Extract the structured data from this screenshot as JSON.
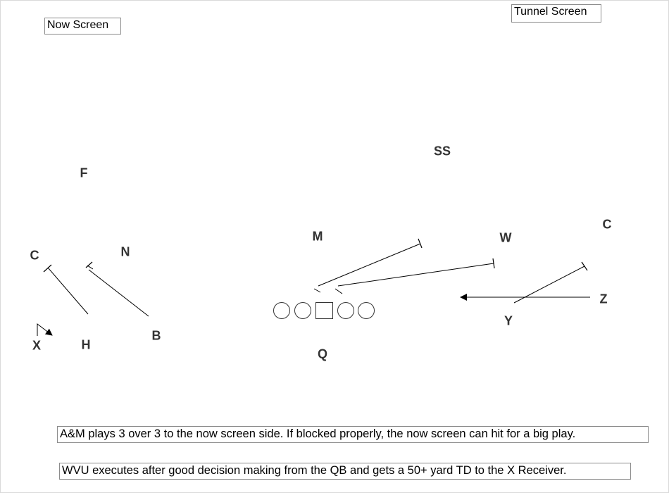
{
  "titles": {
    "left": "Now Screen",
    "right": "Tunnel Screen"
  },
  "players": {
    "F": "F",
    "SS": "SS",
    "C_left": "C",
    "N": "N",
    "M": "M",
    "W": "W",
    "C_right": "C",
    "Z": "Z",
    "Y": "Y",
    "X": "X",
    "H": "H",
    "B": "B",
    "Q": "Q"
  },
  "captions": {
    "line1": "A&M plays 3 over 3 to the now screen side.  If blocked properly, the now screen can hit for a big play.",
    "line2": "WVU executes after good decision making from the QB and gets a 50+ yard TD to the X Receiver."
  },
  "offensive_line": [
    "circle",
    "circle",
    "square",
    "circle",
    "circle"
  ],
  "colors": {
    "ink": "#000000",
    "label": "#333333",
    "box_border": "#8c8c8c"
  }
}
